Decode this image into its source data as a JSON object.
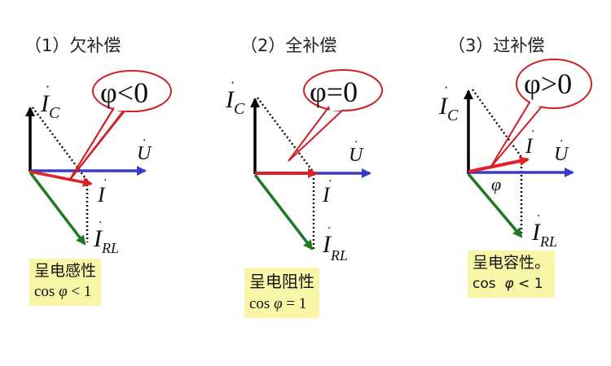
{
  "diagrams": [
    {
      "title": "（1）欠补偿",
      "bubble": "φ<0",
      "labels": {
        "ic": "I",
        "ic_sub": "C",
        "u": "U",
        "i": "I",
        "irl": "I",
        "irl_sub": "RL"
      },
      "note_line1": "呈电感性",
      "note_cos": "cos",
      "note_phi": "φ",
      "note_rel": "< 1"
    },
    {
      "title": "（2）全补偿",
      "bubble": "φ=0",
      "labels": {
        "ic": "I",
        "ic_sub": "C",
        "u": "U",
        "i": "I",
        "irl": "I",
        "irl_sub": "RL"
      },
      "note_line1": "呈电阻性",
      "note_cos": "cos",
      "note_phi": "φ",
      "note_rel": "= 1"
    },
    {
      "title": "（3）过补偿",
      "bubble": "φ>0",
      "labels": {
        "ic": "I",
        "ic_sub": "C",
        "u": "U",
        "i": "I",
        "irl": "I",
        "irl_sub": "RL",
        "phi": "φ"
      },
      "note_line1": "呈电容性。",
      "note_cos": "cos",
      "note_phi": "φ",
      "note_rel": "< 1"
    }
  ],
  "colors": {
    "ic_vector": "#000000",
    "u_vector": "#3b3bc8",
    "i_vector": "#e0202a",
    "irl_vector": "#1e7a22",
    "bubble_stroke": "#d01f25",
    "note_bg": "#f9f6a8"
  }
}
